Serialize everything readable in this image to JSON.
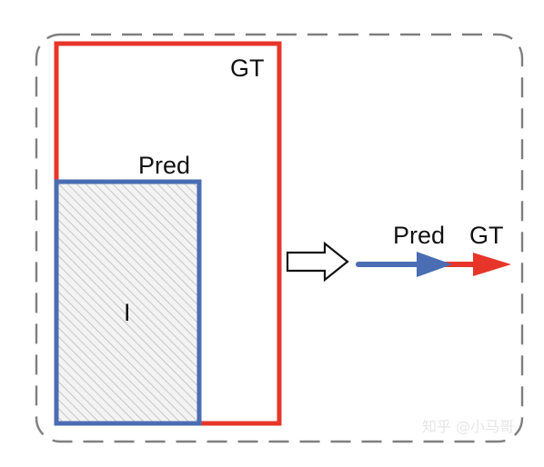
{
  "figure": {
    "gt_box_label": "GT",
    "pred_box_label": "Pred",
    "intersection_label": "I",
    "arrow_pred_label": "Pred",
    "arrow_gt_label": "GT",
    "watermark": "知乎 @小马哥"
  },
  "colors": {
    "gt": "#e8352a",
    "pred": "#4a6db3",
    "frame": "#7f7f7f",
    "hatch": "#b4b4b4",
    "hatch_bg": "#f3f3f3",
    "text": "#111111"
  }
}
